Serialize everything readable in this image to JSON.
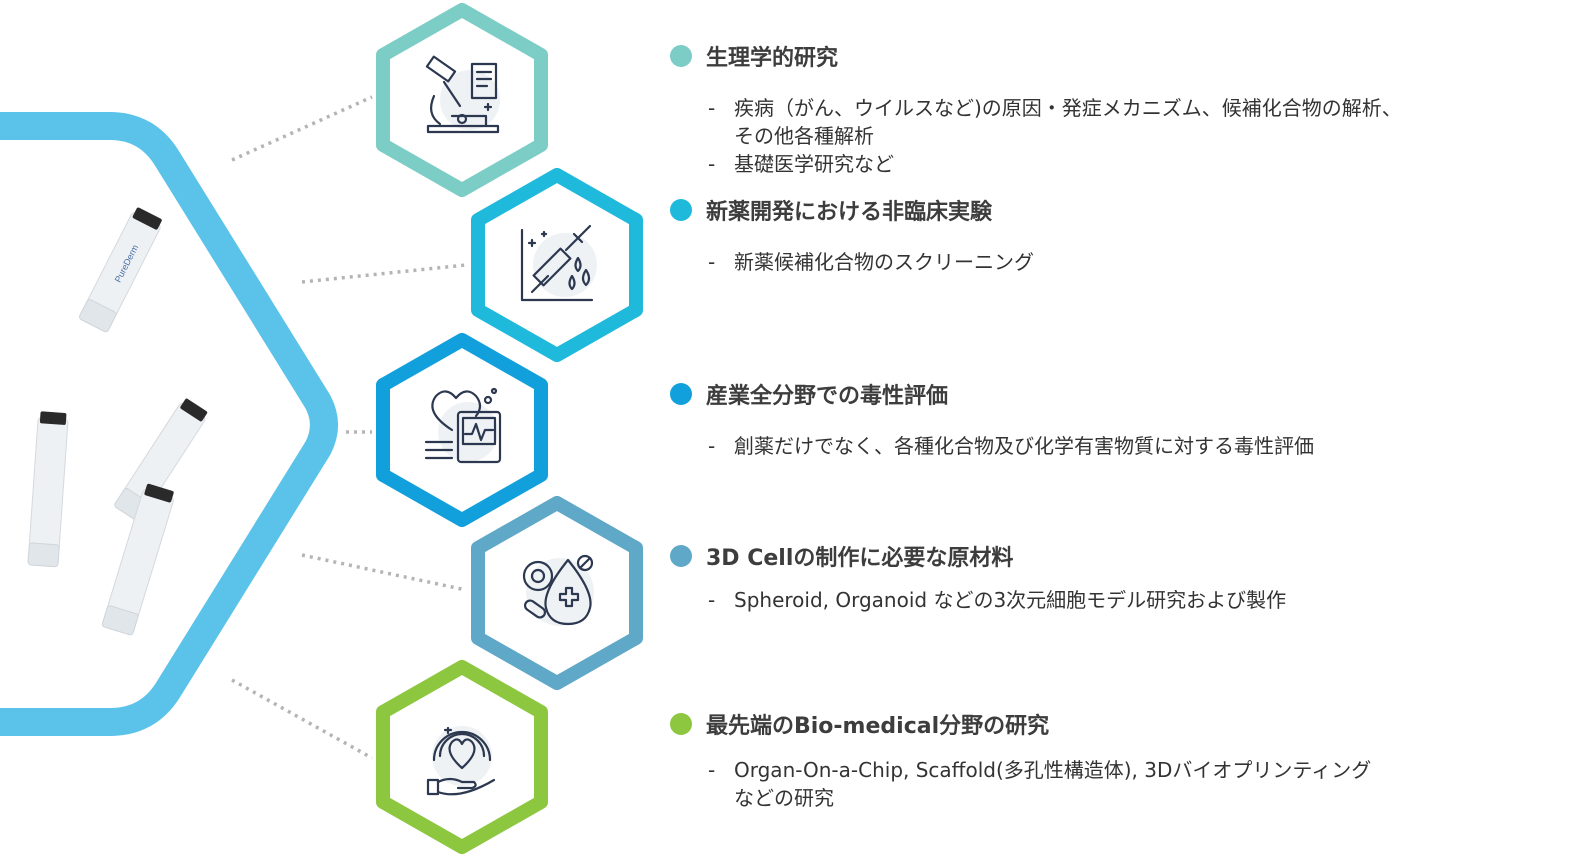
{
  "colors": {
    "frame": "#5bc3ea",
    "teal": "#7ccdc6",
    "cyan": "#1fb9dc",
    "blue": "#12a0dc",
    "steel": "#5fa8c8",
    "green": "#8dc63f",
    "icon_line": "#2c3850",
    "dotted_line": "#b4b4b4"
  },
  "tubes": [
    {
      "label": "PureDerm",
      "icon": "collagen-tube"
    },
    {
      "label": "",
      "icon": "collagen-tube"
    },
    {
      "label": "",
      "icon": "collagen-tube"
    },
    {
      "label": "",
      "icon": "collagen-tube"
    }
  ],
  "sections": [
    {
      "title": "生理学的研究",
      "color": "#7ccdc6",
      "icon": "microscope-icon",
      "items": [
        "疾病（がん、ウイルスなど)の原因・発症メカニズム、候補化合物の解析、\nその他各種解析",
        "基礎医学研究など"
      ]
    },
    {
      "title": "新薬開発における非臨床実験",
      "color": "#1fb9dc",
      "icon": "syringe-icon",
      "items": [
        "新薬候補化合物のスクリーニング"
      ]
    },
    {
      "title": "産業全分野での毒性評価",
      "color": "#12a0dc",
      "icon": "heart-monitor-icon",
      "items": [
        "創薬だけでなく、各種化合物及び化学有害物質に対する毒性評価"
      ]
    },
    {
      "title": "3D Cellの制作に必要な原材料",
      "color": "#5fa8c8",
      "icon": "medical-drop-icon",
      "items": [
        "Spheroid, Organoid などの3次元細胞モデル研究および製作"
      ]
    },
    {
      "title": "最先端のBio-medical分野の研究",
      "color": "#8dc63f",
      "icon": "heart-hand-icon",
      "items": [
        "Organ-On-a-Chip, Scaffold(多孔性構造体), 3Dバイオプリンティング\nなどの研究"
      ]
    }
  ]
}
